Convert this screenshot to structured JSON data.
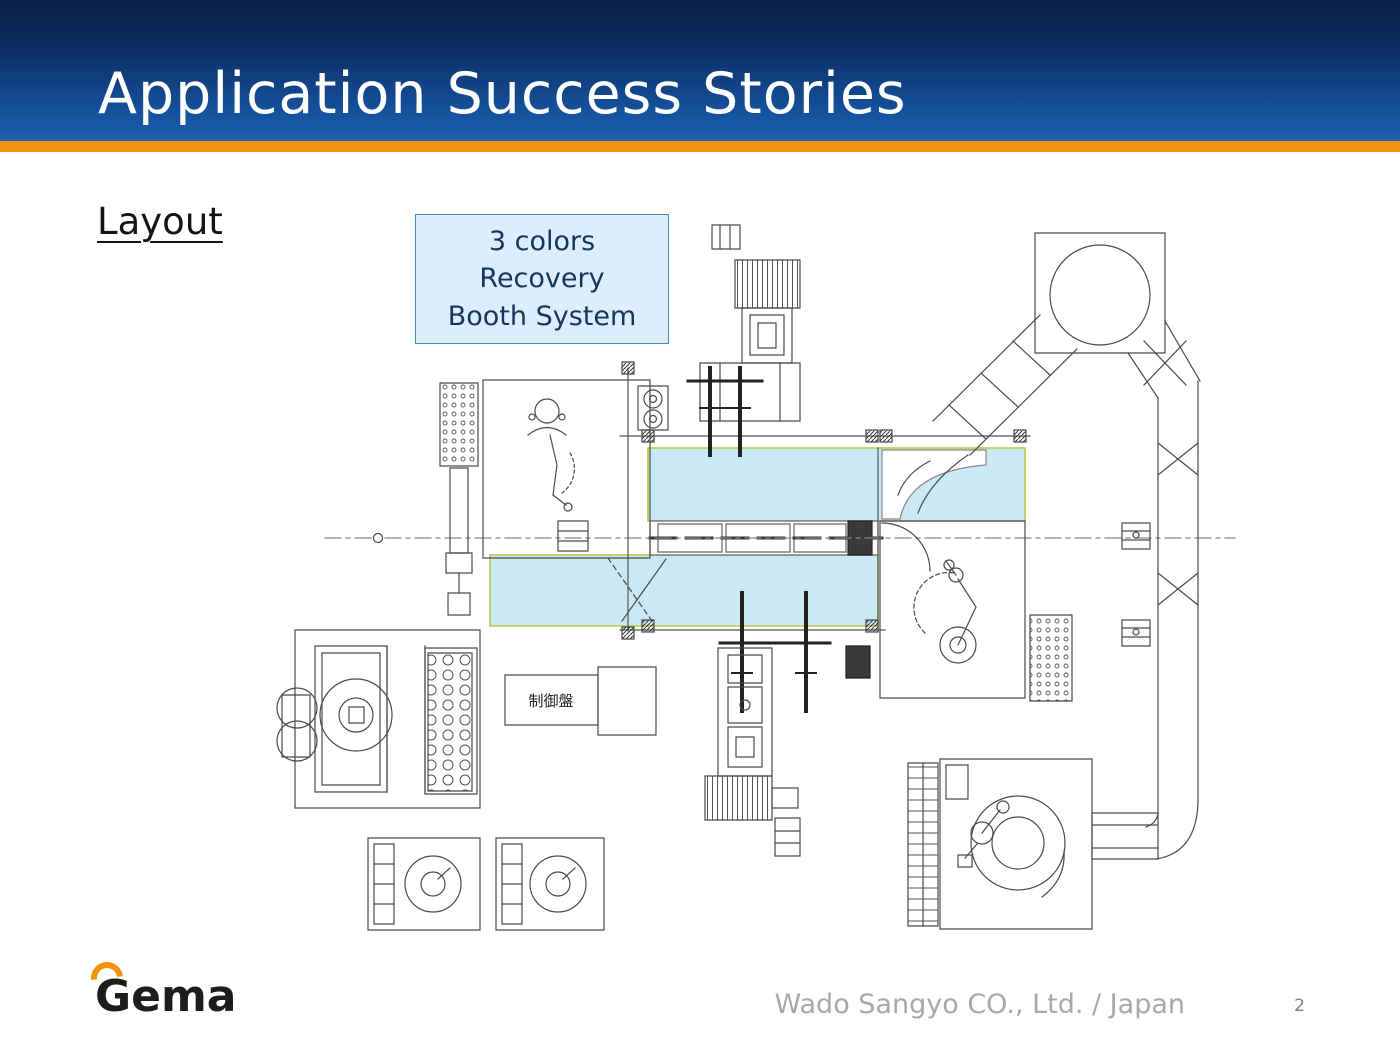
{
  "slide": {
    "title": "Application Success Stories",
    "section_heading": "Layout",
    "callout": {
      "lines": [
        "3 colors",
        "Recovery",
        "Booth System"
      ]
    },
    "diagram": {
      "control_panel_label": "制御盤"
    },
    "footer": {
      "company_credit": "Wado Sangyo CO., Ltd. / Japan",
      "page_number": "2"
    },
    "logo": {
      "text": "Gema"
    }
  },
  "colors": {
    "header_gradient_top": "#081f45",
    "header_gradient_bottom": "#1b5fae",
    "accent_orange": "#f0940f",
    "booth_highlight_fill": "#c9e9f4",
    "booth_highlight_border": "#b9c93f",
    "callout_fill": "#dceefb",
    "callout_border": "#4b88c0",
    "cad_line_color": "#4a4a4a"
  }
}
